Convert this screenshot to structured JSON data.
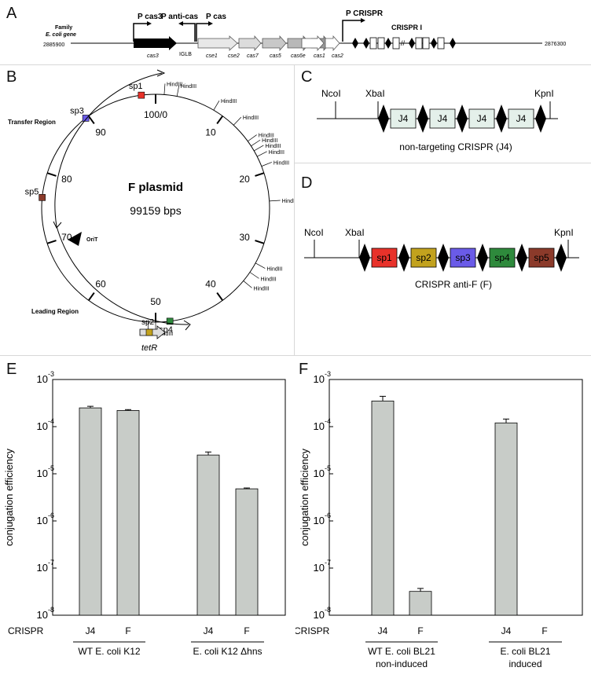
{
  "panels": {
    "A": {
      "label": "A",
      "family_label": "Family",
      "gene_label": "E. coli gene",
      "coord_left": "2885900",
      "coord_right": "2876300",
      "promoters": [
        "P cas3",
        "P anti-cas",
        "P cas",
        "P CRISPR"
      ],
      "genes": [
        "cas3",
        "IGLB",
        "cse1",
        "cse2",
        "cas7",
        "cas5",
        "cas6e",
        "cas1",
        "cas2"
      ],
      "crispr_title": "CRISPR I"
    },
    "B": {
      "label": "B",
      "plasmid_name": "F plasmid",
      "plasmid_size": "99159 bps",
      "ticks": [
        "100/0",
        "10",
        "20",
        "30",
        "40",
        "50",
        "60",
        "70",
        "80",
        "90"
      ],
      "hindiii": "HindIII",
      "spacers": [
        "sp1",
        "sp2",
        "sp3",
        "sp4",
        "sp5"
      ],
      "transfer_region": "Transfer Region",
      "leading_region": "Leading Region",
      "orit": "OriT",
      "tetr": "tetR",
      "colors": {
        "sp1": "#e8322a",
        "sp2": "#c2a21e",
        "sp3": "#6a5be8",
        "sp4": "#2e8a3c",
        "sp5": "#8b3a2a"
      }
    },
    "C": {
      "label": "C",
      "sites": [
        "NcoI",
        "XbaI",
        "KpnI"
      ],
      "repeats": [
        "J4",
        "J4",
        "J4",
        "J4"
      ],
      "caption": "non-targeting CRISPR  (J4)"
    },
    "D": {
      "label": "D",
      "sites": [
        "NcoI",
        "XbaI",
        "KpnI"
      ],
      "spacers": [
        "sp1",
        "sp2",
        "sp3",
        "sp4",
        "sp5"
      ],
      "caption": "CRISPR anti-F (F)"
    },
    "E": {
      "label": "E"
    },
    "F": {
      "label": "F"
    }
  },
  "chart_data": [
    {
      "type": "bar",
      "panel": "E",
      "ylabel": "conjugation efficiency",
      "yscale": "log",
      "ylim": [
        1e-08,
        0.001
      ],
      "categories": [
        "J4",
        "F",
        "J4",
        "F"
      ],
      "values": [
        0.00025,
        0.00022,
        2.5e-05,
        4.8e-06
      ],
      "errors": [
        2e-05,
        1e-05,
        4e-06,
        2e-07
      ],
      "row_label": "CRISPR",
      "groups": [
        "WT E. coli K12",
        "E. coli K12 Δhns"
      ],
      "group_sub": [
        "",
        ""
      ]
    },
    {
      "type": "bar",
      "panel": "F",
      "ylabel": "conjugation efficiency",
      "yscale": "log",
      "ylim": [
        1e-08,
        0.001
      ],
      "categories": [
        "J4",
        "F",
        "J4",
        "F"
      ],
      "values": [
        0.00035,
        3.2e-08,
        0.00012,
        null
      ],
      "errors": [
        9e-05,
        5e-09,
        2.5e-05,
        null
      ],
      "row_label": "CRISPR",
      "groups": [
        "WT E. coli BL21",
        "E. coli BL21"
      ],
      "group_sub": [
        "non-induced",
        "induced"
      ]
    }
  ]
}
